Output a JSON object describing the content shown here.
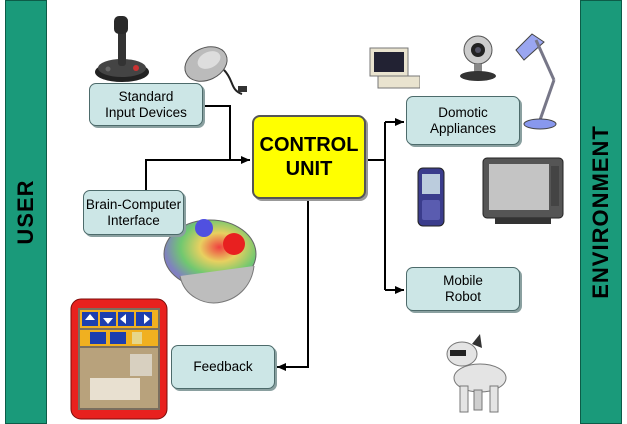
{
  "side_labels": {
    "left": "USER",
    "right": "ENVIRONMENT"
  },
  "control_unit": {
    "label": "CONTROL\nUNIT"
  },
  "nodes": {
    "input_devices": "Standard\nInput Devices",
    "bci": "Brain-Computer\nInterface",
    "domotic": "Domotic\nAppliances",
    "robot": "Mobile\nRobot",
    "feedback": "Feedback"
  },
  "colors": {
    "side_bar": "#1a9a7a",
    "node_fill": "#cce6e6",
    "control_unit_fill": "#ffff00",
    "feedback_frame": "#e8211e"
  },
  "icons": [
    "joystick-icon",
    "mouse-icon",
    "computer-icon",
    "webcam-icon",
    "desk-lamp-icon",
    "mobile-phone-icon",
    "television-icon",
    "brain-head-icon",
    "feedback-screen-icon",
    "robot-dog-icon"
  ]
}
